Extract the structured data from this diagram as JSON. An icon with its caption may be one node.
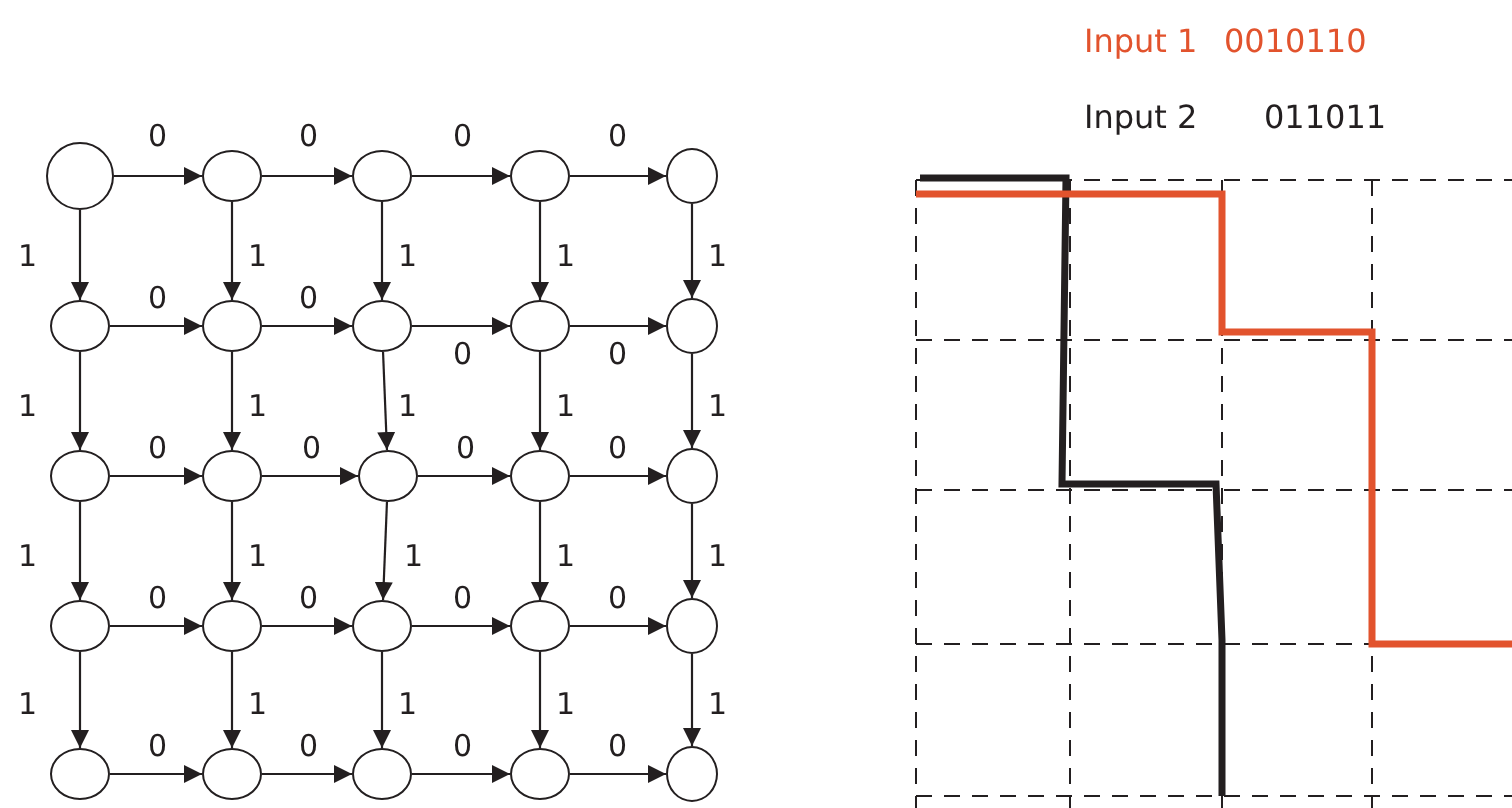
{
  "diagram": {
    "nodes": [
      {
        "text": [],
        "shape": "circle"
      },
      {
        "text": [],
        "shape": "circle"
      },
      {
        "text": [],
        "shape": "circle"
      },
      {
        "text": [],
        "shape": "circle"
      },
      {
        "text": [],
        "shape": "circle"
      },
      {
        "text": [],
        "shape": "circle"
      },
      {
        "text": [],
        "shape": "circle"
      },
      {
        "text": [],
        "shape": "circle"
      },
      {
        "text": [],
        "shape": "circle"
      },
      {
        "text": [],
        "shape": "circle"
      },
      {
        "text": [],
        "shape": "circle"
      },
      {
        "text": [],
        "shape": "circle"
      },
      {
        "text": [],
        "shape": "circle"
      },
      {
        "text": [],
        "shape": "circle"
      },
      {
        "text": [],
        "shape": "circle"
      },
      {
        "text": [],
        "shape": "circle"
      },
      {
        "text": [],
        "shape": "circle"
      },
      {
        "text": [],
        "shape": "circle"
      },
      {
        "text": [],
        "shape": "circle"
      },
      {
        "text": [],
        "shape": "circle"
      },
      {
        "text": [],
        "shape": "circle"
      },
      {
        "text": [],
        "shape": "circle"
      },
      {
        "text": [],
        "shape": "circle"
      },
      {
        "text": [],
        "shape": "circle"
      },
      {
        "text": [],
        "shape": "circle"
      }
    ],
    "edges": [
      {
        "from": 0,
        "to": 1,
        "arrow": "to",
        "label": "0"
      },
      {
        "from": 1,
        "to": 2,
        "arrow": "to",
        "label": "0"
      },
      {
        "from": 2,
        "to": 3,
        "arrow": "to",
        "label": "0"
      },
      {
        "from": 3,
        "to": 4,
        "arrow": "to",
        "label": "0"
      },
      {
        "from": 0,
        "to": 5,
        "arrow": "to",
        "label": "1"
      },
      {
        "from": 1,
        "to": 6,
        "arrow": "to",
        "label": "1"
      },
      {
        "from": 2,
        "to": 7,
        "arrow": "to",
        "label": "1"
      },
      {
        "from": 3,
        "to": 8,
        "arrow": "to",
        "label": "1"
      },
      {
        "from": 4,
        "to": 9,
        "arrow": "to",
        "label": "1"
      },
      {
        "from": 5,
        "to": 6,
        "arrow": "to",
        "label": "0"
      },
      {
        "from": 6,
        "to": 7,
        "arrow": "to",
        "label": "0"
      },
      {
        "from": 7,
        "to": 8,
        "arrow": "to",
        "label": "0"
      },
      {
        "from": 8,
        "to": 9,
        "arrow": "to",
        "label": "0"
      },
      {
        "from": 5,
        "to": 10,
        "arrow": "to",
        "label": "1"
      },
      {
        "from": 6,
        "to": 11,
        "arrow": "to",
        "label": "1"
      },
      {
        "from": 7,
        "to": 12,
        "arrow": "to",
        "label": "1"
      },
      {
        "from": 8,
        "to": 13,
        "arrow": "to",
        "label": "1"
      },
      {
        "from": 9,
        "to": 14,
        "arrow": "to",
        "label": "1"
      },
      {
        "from": 10,
        "to": 11,
        "arrow": "to",
        "label": "0"
      },
      {
        "from": 11,
        "to": 12,
        "arrow": "to",
        "label": "0"
      },
      {
        "from": 12,
        "to": 13,
        "arrow": "to",
        "label": "0"
      },
      {
        "from": 13,
        "to": 14,
        "arrow": "to",
        "label": "0"
      },
      {
        "from": 10,
        "to": 15,
        "arrow": "to",
        "label": "1"
      },
      {
        "from": 11,
        "to": 16,
        "arrow": "to",
        "label": "1"
      },
      {
        "from": 12,
        "to": 17,
        "arrow": "to",
        "label": "1"
      },
      {
        "from": 13,
        "to": 18,
        "arrow": "to",
        "label": "1"
      },
      {
        "from": 14,
        "to": 19,
        "arrow": "to",
        "label": "1"
      },
      {
        "from": 15,
        "to": 16,
        "arrow": "to",
        "label": "0"
      },
      {
        "from": 16,
        "to": 17,
        "arrow": "to",
        "label": "0"
      },
      {
        "from": 17,
        "to": 18,
        "arrow": "to",
        "label": "0"
      },
      {
        "from": 18,
        "to": 19,
        "arrow": "to",
        "label": "0"
      },
      {
        "from": 15,
        "to": 20,
        "arrow": "to",
        "label": "1"
      },
      {
        "from": 16,
        "to": 21,
        "arrow": "to",
        "label": "1"
      },
      {
        "from": 17,
        "to": 22,
        "arrow": "to",
        "label": "1"
      },
      {
        "from": 18,
        "to": 23,
        "arrow": "to",
        "label": "1"
      },
      {
        "from": 19,
        "to": 24,
        "arrow": "to",
        "label": "1"
      },
      {
        "from": 20,
        "to": 21,
        "arrow": "to",
        "label": "0"
      },
      {
        "from": 21,
        "to": 22,
        "arrow": "to",
        "label": "0"
      },
      {
        "from": 22,
        "to": 23,
        "arrow": "to",
        "label": "0"
      },
      {
        "from": 23,
        "to": 24,
        "arrow": "to",
        "label": "0"
      }
    ],
    "labels": [
      "Input 1",
      "0010110",
      "Input 2",
      "011011"
    ]
  }
}
